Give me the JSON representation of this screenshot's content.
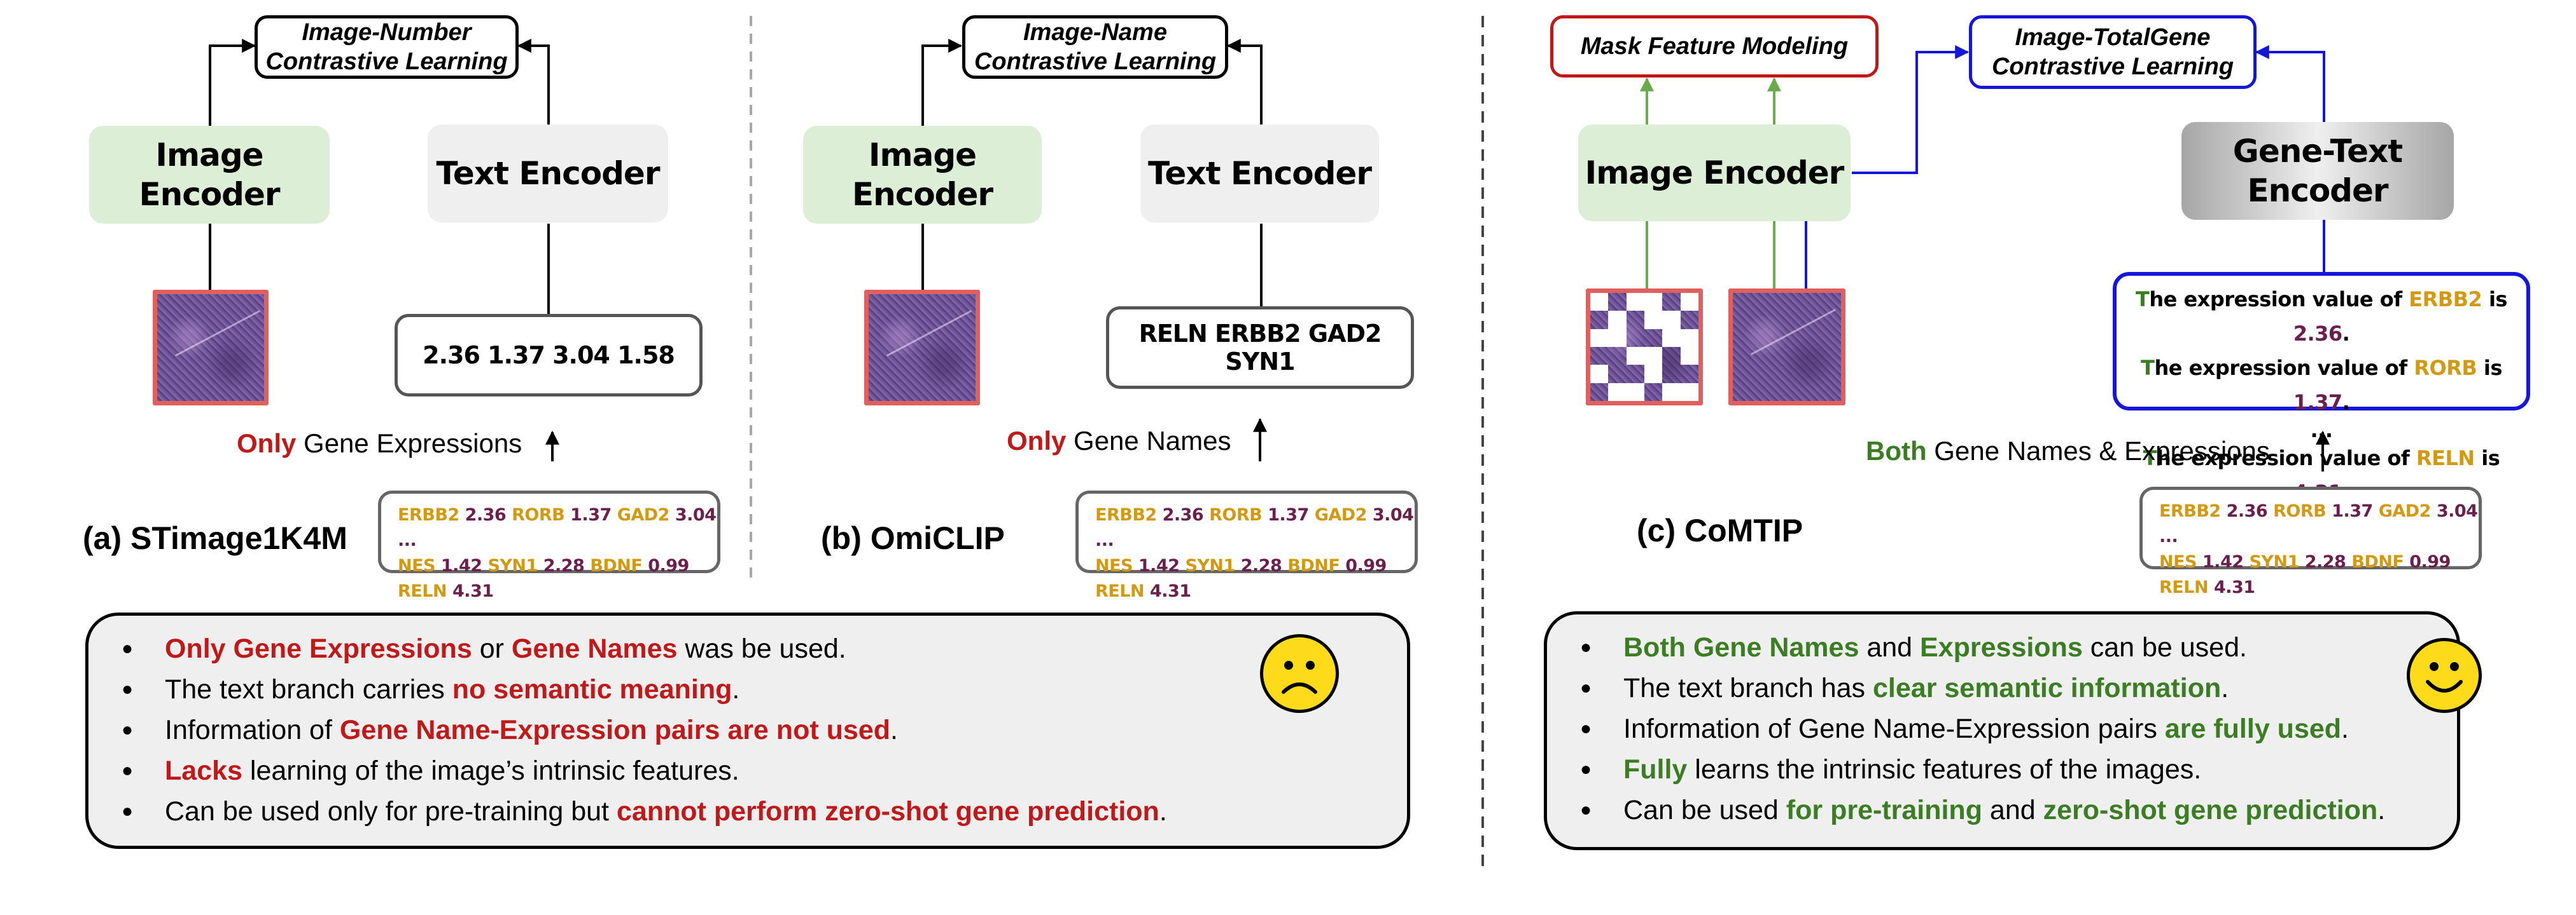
{
  "panel_a": {
    "objective": "Image-Number\nContrastive Learning",
    "image_encoder": "Image Encoder",
    "text_encoder": "Text Encoder",
    "vector": "2.36 1.37 3.04 1.58",
    "note_strong": "Only",
    "note_rest": " Gene Expressions",
    "caption": "(a) STimage1K4M"
  },
  "panel_b": {
    "objective": "Image-Name\nContrastive Learning",
    "image_encoder": "Image Encoder",
    "text_encoder": "Text Encoder",
    "vector": "RELN ERBB2 GAD2 SYN1",
    "note_strong": "Only",
    "note_rest": " Gene Names",
    "caption": "(b) OmiCLIP"
  },
  "panel_c": {
    "mask_objective": "Mask Feature Modeling",
    "objective": "Image-TotalGene\nContrastive Learning",
    "image_encoder": "Image Encoder",
    "gene_text_encoder": "Gene-Text\nEncoder",
    "sentence_1": {
      "t": "T",
      "pre": "he expression value of ",
      "gene": "ERBB2",
      "mid": " is ",
      "val": "2.36",
      "end": "."
    },
    "sentence_2": {
      "t": "T",
      "pre": "he expression value of ",
      "gene": "RORB",
      "mid": " is ",
      "val": "1.37",
      "end": "."
    },
    "sentence_ellipsis": "...",
    "sentence_3": {
      "t": "T",
      "pre": "he expression value of ",
      "gene": "RELN",
      "mid": " is ",
      "val": "4.31",
      "end": "."
    },
    "note_strong": "Both",
    "note_rest": " Gene Names & Expressions",
    "caption": "(c) CoMTIP"
  },
  "gene_table": {
    "row1": [
      {
        "name": "ERBB2",
        "value": "2.36"
      },
      {
        "name": "RORB",
        "value": "1.37"
      },
      {
        "name": "GAD2",
        "value": "3.04"
      }
    ],
    "row1_trailer": "...",
    "row2": [
      {
        "name": "NES",
        "value": "1.42"
      },
      {
        "name": "SYN1",
        "value": "2.28"
      },
      {
        "name": "BDNF",
        "value": "0.99"
      },
      {
        "name": "RELN",
        "value": "4.31"
      }
    ]
  },
  "cons": [
    [
      {
        "t": "Only Gene Expressions",
        "s": "red"
      },
      {
        "t": " or "
      },
      {
        "t": "Gene Names",
        "s": "red"
      },
      {
        "t": " was be used."
      }
    ],
    [
      {
        "t": "The text branch carries "
      },
      {
        "t": "no semantic meaning",
        "s": "red"
      },
      {
        "t": "."
      }
    ],
    [
      {
        "t": "Information of "
      },
      {
        "t": "Gene Name-Expression pairs are not used",
        "s": "red"
      },
      {
        "t": "."
      }
    ],
    [
      {
        "t": "Lacks",
        "s": "red"
      },
      {
        "t": " learning of the image’s intrinsic features."
      }
    ],
    [
      {
        "t": "Can be used only for pre-training but "
      },
      {
        "t": "cannot perform zero-shot gene prediction",
        "s": "red"
      },
      {
        "t": "."
      }
    ]
  ],
  "pros": [
    [
      {
        "t": "Both Gene Names",
        "s": "green"
      },
      {
        "t": " and "
      },
      {
        "t": "Expressions",
        "s": "green"
      },
      {
        "t": " can be used."
      }
    ],
    [
      {
        "t": "The text branch has "
      },
      {
        "t": "clear semantic information",
        "s": "green"
      },
      {
        "t": "."
      }
    ],
    [
      {
        "t": "Information of Gene Name-Expression pairs "
      },
      {
        "t": "are fully used",
        "s": "green"
      },
      {
        "t": "."
      }
    ],
    [
      {
        "t": "Fully",
        "s": "green"
      },
      {
        "t": " learns the intrinsic features of the images."
      }
    ],
    [
      {
        "t": "Can be used "
      },
      {
        "t": "for pre-training",
        "s": "green"
      },
      {
        "t": " and "
      },
      {
        "t": "zero-shot gene prediction",
        "s": "green"
      },
      {
        "t": "."
      }
    ]
  ],
  "mask_pattern": [
    [
      1,
      0,
      1,
      1,
      0,
      1
    ],
    [
      0,
      1,
      0,
      1,
      1,
      0
    ],
    [
      1,
      1,
      0,
      0,
      1,
      1
    ],
    [
      0,
      0,
      1,
      1,
      0,
      1
    ],
    [
      1,
      0,
      0,
      1,
      0,
      0
    ],
    [
      0,
      1,
      1,
      0,
      1,
      1
    ]
  ],
  "colors": {
    "accent_red": "#c0191a",
    "accent_green": "#3b7d23",
    "accent_blue": "#1616d8",
    "gene_name": "#d19a12",
    "gene_value": "#6b1f4c",
    "encoder_green": "#dcefd6"
  }
}
